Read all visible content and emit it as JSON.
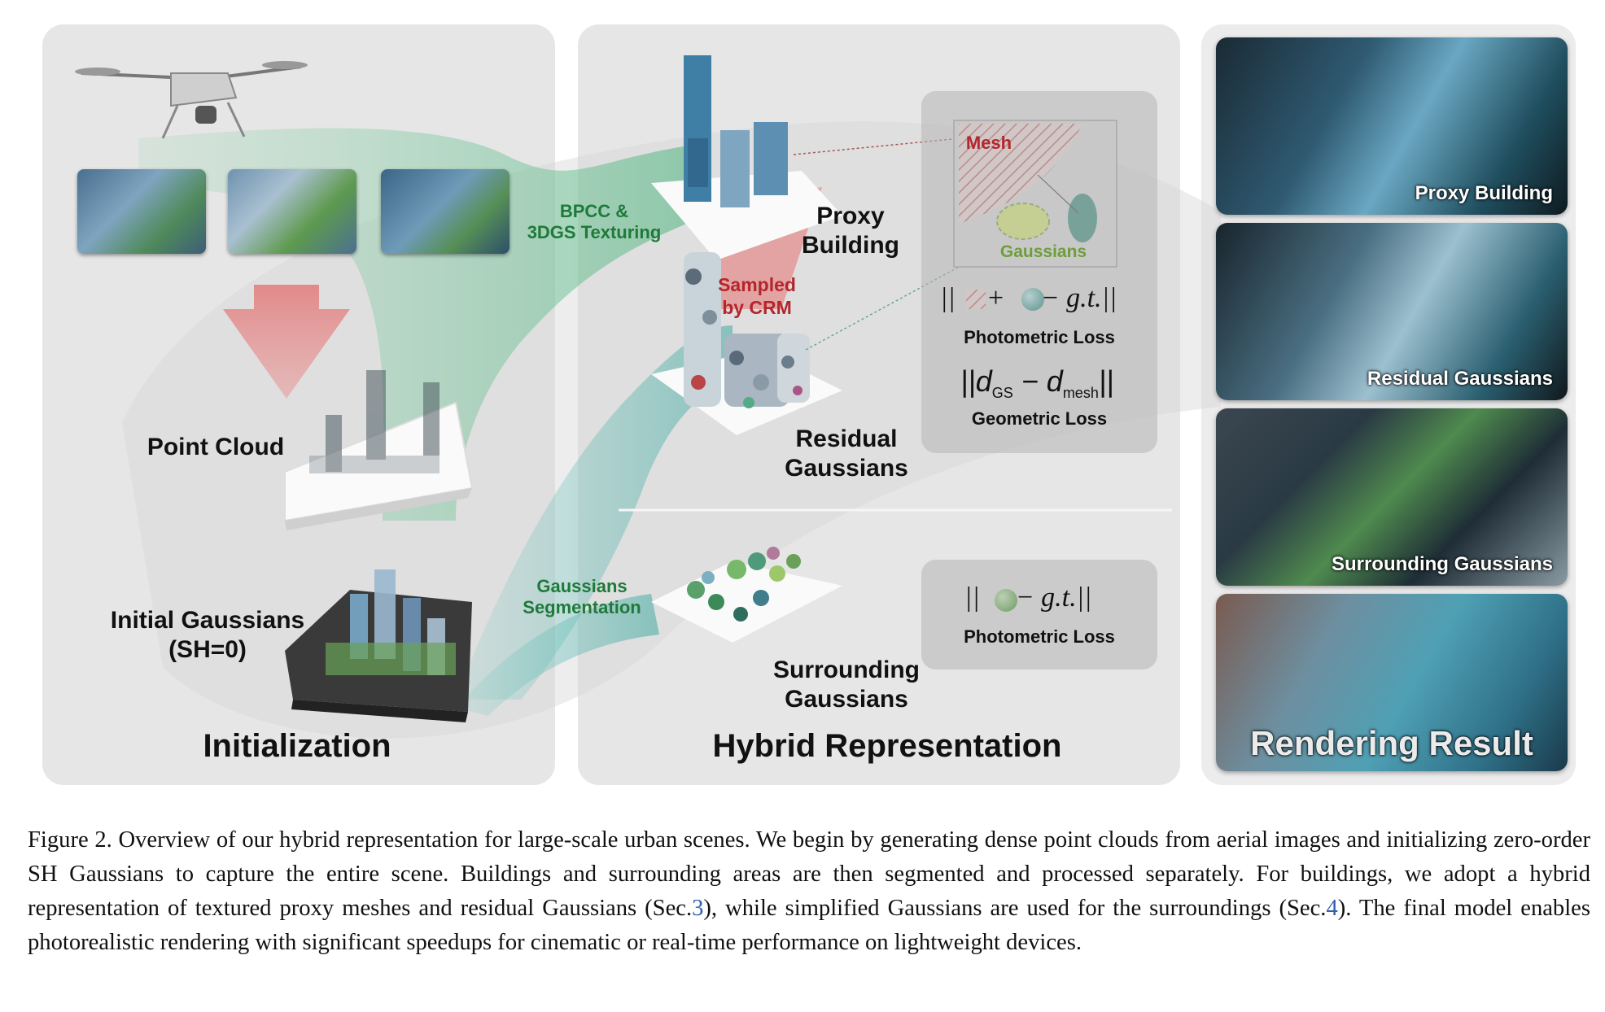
{
  "initialization": {
    "title": "Initialization",
    "point_cloud_label": "Point Cloud",
    "initial_gaussians_label_line1": "Initial Gaussians",
    "initial_gaussians_label_line2": "(SH=0)",
    "bpcc_line1": "BPCC &",
    "bpcc_line2": "3DGS Texturing",
    "segmentation_line1": "Gaussians",
    "segmentation_line2": "Segmentation"
  },
  "hybrid": {
    "title": "Hybrid Representation",
    "proxy_building_line1": "Proxy",
    "proxy_building_line2": "Building",
    "sampled_line1": "Sampled",
    "sampled_line2": "by CRM",
    "residual_line1": "Residual",
    "residual_line2": "Gaussians",
    "surrounding_line1": "Surrounding",
    "surrounding_line2": "Gaussians",
    "mesh_label": "Mesh",
    "gaussians_label": "Gaussians",
    "loss1_gt": "g.t.",
    "loss1_name": "Photometric Loss",
    "loss2_dgs": "d",
    "loss2_dgs_sub": "GS",
    "loss2_dmesh": "d",
    "loss2_dmesh_sub": "mesh",
    "loss2_name": "Geometric Loss",
    "loss3_gt": "g.t.",
    "loss3_name": "Photometric Loss"
  },
  "rendering": {
    "tiles": [
      {
        "label": "Proxy Building"
      },
      {
        "label": "Residual Gaussians"
      },
      {
        "label": "Surrounding Gaussians"
      },
      {
        "label": "Rendering Result"
      }
    ]
  },
  "caption": {
    "part1": "Figure 2.  Overview of our hybrid representation for large-scale urban scenes.  We begin by generating dense point clouds from aerial images and initializing zero-order SH Gaussians to capture the entire scene.  Buildings and surrounding areas are then segmented and processed separately.  For buildings, we adopt a hybrid representation of textured proxy meshes and residual Gaussians (Sec.",
    "ref1": "3",
    "part2": "), while simplified Gaussians are used for the surroundings (Sec.",
    "ref2": "4",
    "part3": "). The final model enables photorealistic rendering with significant speedups for cinematic or real-time performance on lightweight devices."
  },
  "colors": {
    "panel": "#e6e6e6",
    "green_text": "#1f7a3a",
    "red_text": "#b3262c",
    "ref_blue": "#2f5fb0"
  }
}
